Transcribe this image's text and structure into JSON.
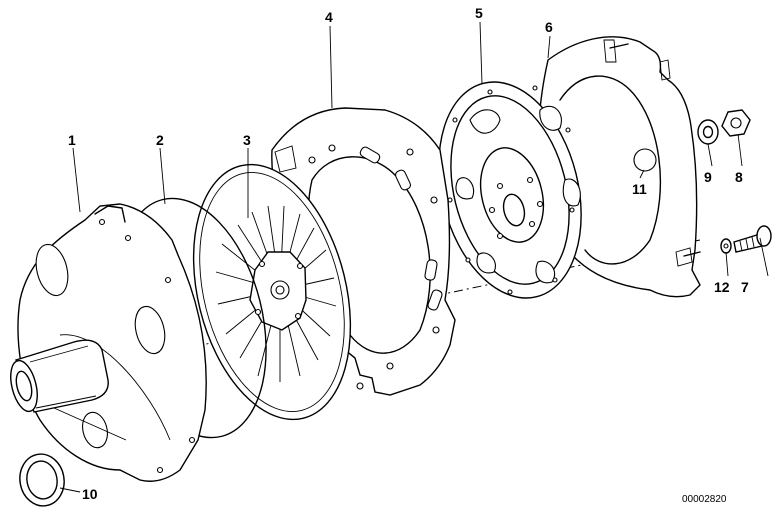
{
  "callouts": [
    {
      "id": "1",
      "text": "1"
    },
    {
      "id": "2",
      "text": "2"
    },
    {
      "id": "3",
      "text": "3"
    },
    {
      "id": "4",
      "text": "4"
    },
    {
      "id": "5",
      "text": "5"
    },
    {
      "id": "6",
      "text": "6"
    },
    {
      "id": "7",
      "text": "7"
    },
    {
      "id": "8",
      "text": "8"
    },
    {
      "id": "9",
      "text": "9"
    },
    {
      "id": "10",
      "text": "10"
    },
    {
      "id": "11",
      "text": "11"
    },
    {
      "id": "12",
      "text": "12"
    }
  ],
  "reference_number": "00002820"
}
